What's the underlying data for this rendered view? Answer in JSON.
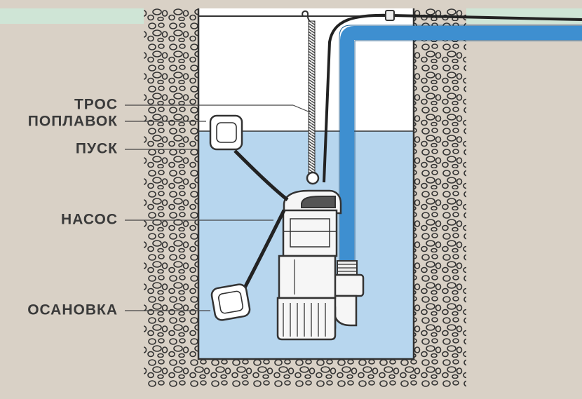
{
  "labels": {
    "cable": "ТРОС",
    "float": "ПОПЛАВОК",
    "start": "ПУСК",
    "pump": "НАСОС",
    "stop": "ОСАНОВКА"
  },
  "colors": {
    "soil": "#d9d1c6",
    "grass": "#cfe5d6",
    "water": "#b7d6ee",
    "pipe_blue": "#3e8fd0",
    "pump_body": "#f6f6f6",
    "outline": "#333333",
    "gravel_fill": "#f2eee8",
    "label_text": "#3a3a3a"
  },
  "icons": {
    "float_upper": "float-switch-icon",
    "float_lower": "float-switch-icon",
    "pump": "submersible-pump-icon"
  }
}
